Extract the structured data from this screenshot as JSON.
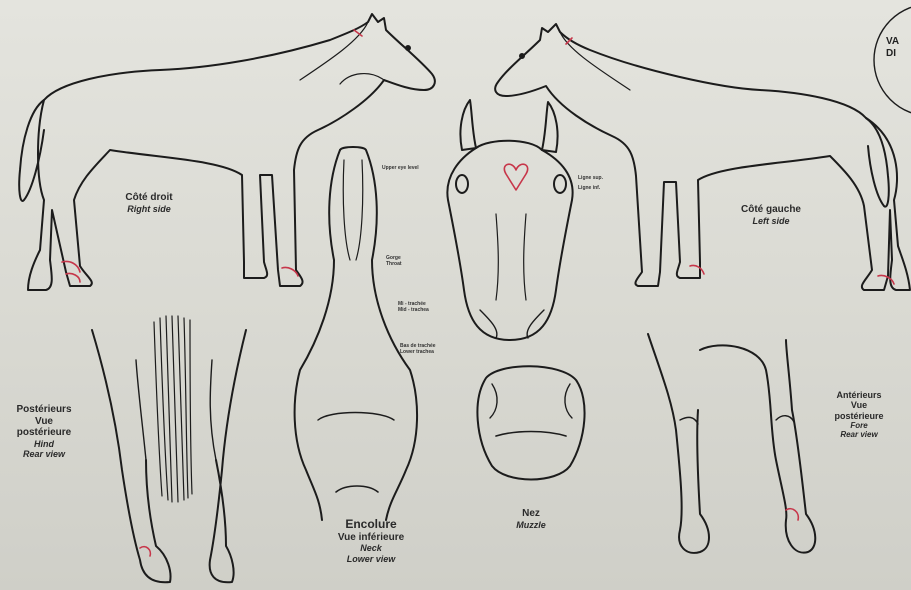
{
  "corner": {
    "line1": "VA",
    "line2": "DI"
  },
  "views": {
    "right_side": {
      "fr": "Côté droit",
      "en": "Right side"
    },
    "left_side": {
      "fr": "Côté gauche",
      "en": "Left side"
    },
    "hind": {
      "fr1": "Postérieurs",
      "fr2": "Vue",
      "fr3": "postérieure",
      "en1": "Hind",
      "en2": "Rear view"
    },
    "neck": {
      "fr1": "Encolure",
      "fr2": "Vue inférieure",
      "en1": "Neck",
      "en2": "Lower view"
    },
    "muzzle": {
      "fr": "Nez",
      "en": "Muzzle"
    },
    "fore": {
      "fr1": "Antérieurs",
      "fr2": "Vue",
      "fr3": "postérieure",
      "en1": "Fore",
      "en2": "Rear view"
    }
  },
  "neck_labels": {
    "upper_eye": "Upper eye level",
    "throat": "Gorge\nThroat",
    "mid_trachea": "Mi - trachée\nMid - trachea",
    "lower_trachea": "Bas de trachée\nLower trachea"
  },
  "head_labels": {
    "line1": "Ligne sup.",
    "line2": "Ligne inf."
  },
  "colors": {
    "ink": "#1c1c1c",
    "marking": "#c7364a",
    "paper": "#e0e0da"
  }
}
